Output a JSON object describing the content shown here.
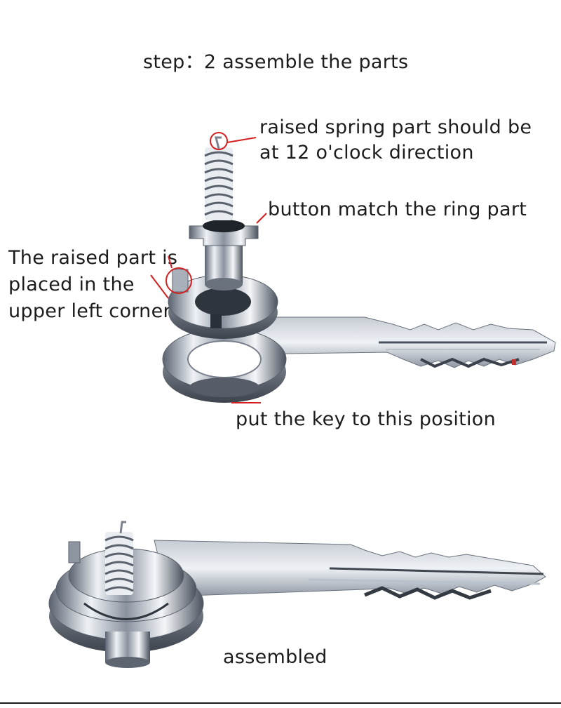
{
  "title": "step：2 assemble the parts",
  "annotations": {
    "spring_line1": "raised spring part should be",
    "spring_line2": "at 12 o'clock direction",
    "button": "button match the ring part",
    "raised_line1": "The raised part is",
    "raised_line2": "placed in the",
    "raised_line3": "upper left corner",
    "key_position": "put the key to this position"
  },
  "caption": "assembled",
  "colors": {
    "annotation_line": "#d42020",
    "metal_light": "#e8ecf2",
    "metal_dark": "#4a5260"
  }
}
